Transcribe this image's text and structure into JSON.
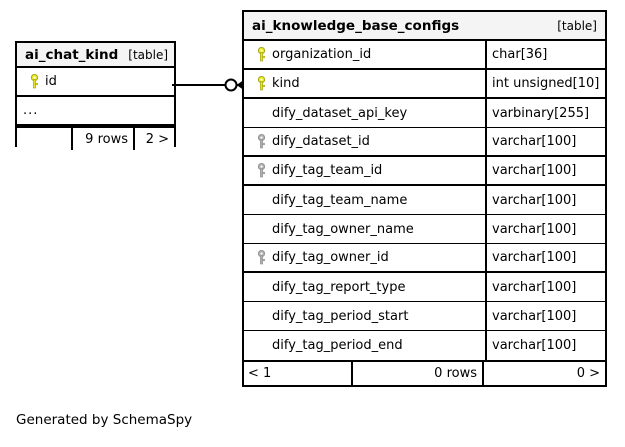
{
  "diagram": {
    "caption": "Generated by SchemaSpy",
    "relationship": {
      "name": "ai_chat_kind-to-ai_knowledge_base_configs",
      "notation": "crows-foot",
      "from_table": "ai_chat_kind",
      "from_column": "id",
      "to_table": "ai_knowledge_base_configs",
      "to_column": "kind",
      "source_cardinality": "zero-or-one",
      "target_cardinality": "many"
    }
  },
  "colors": {
    "primary_key": "#e8e81c",
    "index_key": "#b0b0b0",
    "border": "#000000",
    "header_background": "#f4f4f4",
    "page_background": "#ffffff"
  },
  "tables": {
    "left": {
      "title": "ai_chat_kind",
      "tag": "[table]",
      "rows": [
        {
          "key": "primary",
          "name": "id",
          "type": ""
        }
      ],
      "ellipsis": "...",
      "footer": {
        "left": "",
        "middle": "9 rows",
        "right": "2 >"
      }
    },
    "right": {
      "title": "ai_knowledge_base_configs",
      "tag": "[table]",
      "rows": [
        {
          "key": "primary",
          "name": "organization_id",
          "type": "char[36]"
        },
        {
          "key": "primary",
          "name": "kind",
          "type": "int unsigned[10]"
        },
        {
          "key": "none",
          "name": "dify_dataset_api_key",
          "type": "varbinary[255]"
        },
        {
          "key": "index",
          "name": "dify_dataset_id",
          "type": "varchar[100]"
        },
        {
          "key": "index",
          "name": "dify_tag_team_id",
          "type": "varchar[100]"
        },
        {
          "key": "none",
          "name": "dify_tag_team_name",
          "type": "varchar[100]"
        },
        {
          "key": "none",
          "name": "dify_tag_owner_name",
          "type": "varchar[100]"
        },
        {
          "key": "index",
          "name": "dify_tag_owner_id",
          "type": "varchar[100]"
        },
        {
          "key": "none",
          "name": "dify_tag_report_type",
          "type": "varchar[100]"
        },
        {
          "key": "none",
          "name": "dify_tag_period_start",
          "type": "varchar[100]"
        },
        {
          "key": "none",
          "name": "dify_tag_period_end",
          "type": "varchar[100]"
        }
      ],
      "footer": {
        "left": "< 1",
        "middle": "0 rows",
        "right": "0 >"
      }
    }
  }
}
